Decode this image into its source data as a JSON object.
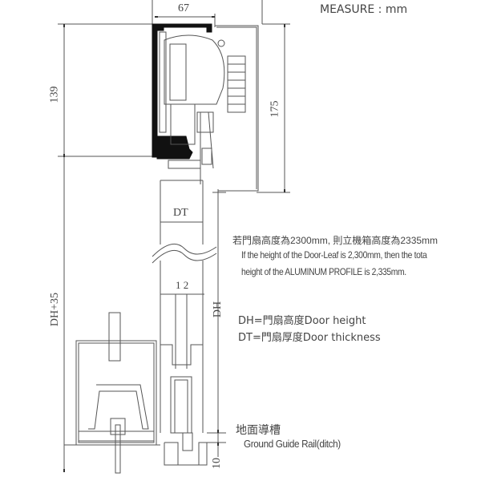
{
  "drawing": {
    "title_partial": "MEASURE : mm",
    "dimensions": {
      "width_top": "67",
      "height_left": "139",
      "height_right": "175",
      "door_thickness": "DT",
      "groove_width": "1 2",
      "door_height": "DH",
      "total_height": "DH+35",
      "ground_gap": "10"
    },
    "notes": {
      "note_cn": "若門扇高度為2300mm, 則立機箱高度為2335mm",
      "note_en_line1": "If the height of the Door-Leaf is 2,300mm, then the tota",
      "note_en_line2": "height of the ALUMINUM  PROFILE is 2,335mm."
    },
    "legend": {
      "dh_definition": "DH=門扇高度Door height",
      "dt_definition": "DT=門扇厚度Door thickness"
    },
    "callouts": {
      "ground_rail_cn": "地面導槽",
      "ground_rail_en": "Ground Guide Rail(ditch)"
    },
    "colors": {
      "line": "#555555",
      "profile_fill": "#111111",
      "text": "#444444"
    }
  }
}
